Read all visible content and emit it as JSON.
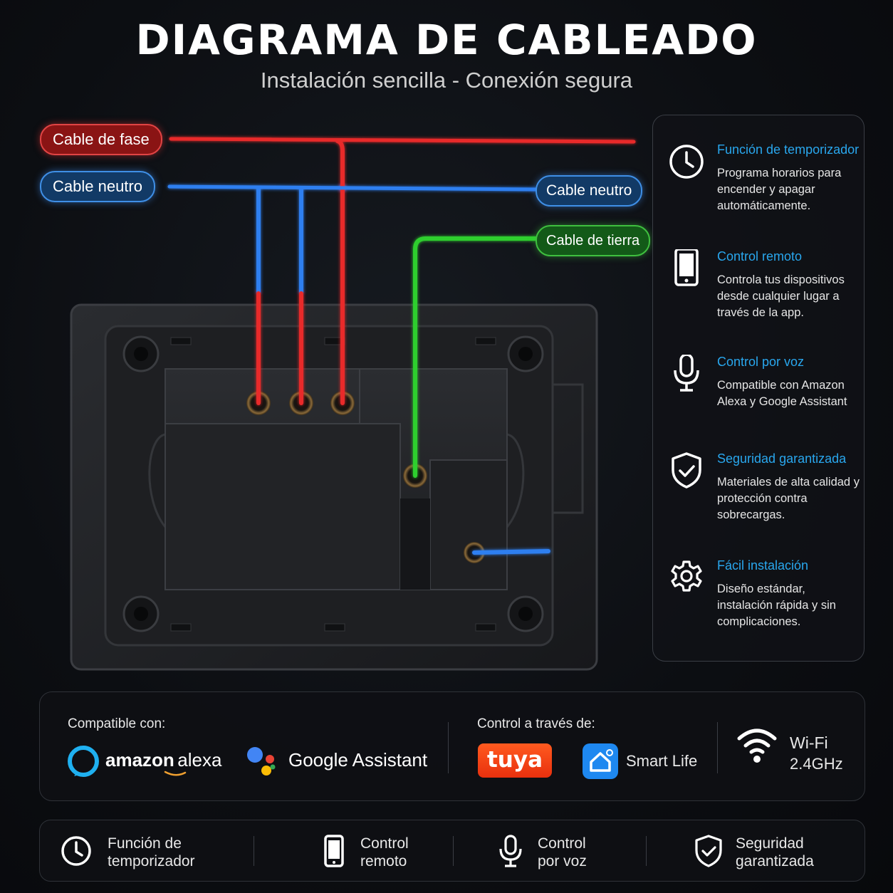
{
  "header": {
    "title": "DIAGRAMA DE CABLEADO",
    "subtitle": "Instalación sencilla - Conexión segura"
  },
  "wires": {
    "phase_label": "Cable de fase",
    "neutral_label_left": "Cable neutro",
    "neutral_label_right": "Cable neutro",
    "ground_label": "Cable de tierra"
  },
  "features": [
    {
      "icon": "clock-icon",
      "title": "Función de temporizador",
      "desc": "Programa horarios para encender y apagar automáticamente."
    },
    {
      "icon": "smartphone-icon",
      "title": "Control remoto",
      "desc": "Controla tus dispositivos desde cualquier lugar a través de la app."
    },
    {
      "icon": "microphone-icon",
      "title": "Control por voz",
      "desc": "Compatible con Amazon Alexa y Google Assistant"
    },
    {
      "icon": "shield-check-icon",
      "title": "Seguridad garantizada",
      "desc": "Materiales de alta calidad y protección contra sobrecargas."
    },
    {
      "icon": "gear-icon",
      "title": "Fácil instalación",
      "desc": "Diseño estándar, instalación rápida y sin complicaciones."
    }
  ],
  "compatibility": {
    "compatible_label": "Compatible con:",
    "alexa_amazon": "amazon",
    "alexa_word": "alexa",
    "google_label": "Google Assistant",
    "control_label": "Control a través de:",
    "tuya_label": "tuya",
    "smartlife_label": "Smart Life",
    "wifi_line1": "Wi-Fi",
    "wifi_line2": "2.4GHz"
  },
  "bottom_bar": [
    {
      "icon": "clock-icon",
      "line1": "Función de",
      "line2": "temporizador"
    },
    {
      "icon": "smartphone-icon",
      "line1": "Control",
      "line2": "remoto"
    },
    {
      "icon": "microphone-icon",
      "line1": "Control",
      "line2": "por voz"
    },
    {
      "icon": "shield-check-icon",
      "line1": "Seguridad",
      "line2": "garantizada"
    }
  ],
  "colors": {
    "phase": "#e82a2a",
    "neutral": "#2f7ff0",
    "ground": "#2fcf2f",
    "accent": "#29a7ee",
    "background": "#0c0e12"
  }
}
